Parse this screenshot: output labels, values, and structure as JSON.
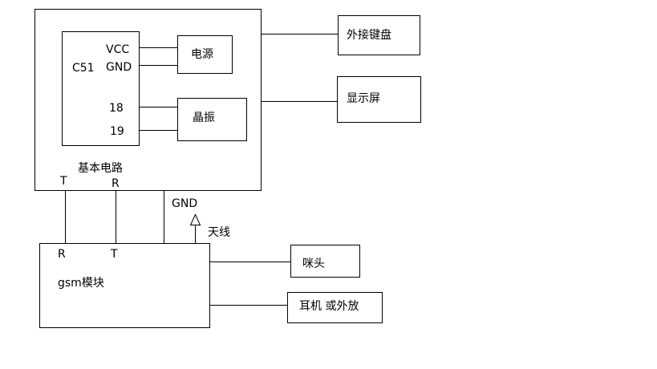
{
  "diagram": {
    "mcu": {
      "chip": "C51",
      "vcc": "VCC",
      "gnd": "GND",
      "pin18": "18",
      "pin19": "19"
    },
    "power": "电源",
    "crystal": "晶振",
    "base_circuit": "基本电路",
    "keyboard": "外接键盘",
    "display": "显示屏",
    "base_t": "T",
    "base_r": "R",
    "gnd": "GND",
    "antenna": "天线",
    "gsm_r": "R",
    "gsm_t": "T",
    "gsm": "gsm模块",
    "mic": "咪头",
    "speaker": "耳机 或外放"
  }
}
